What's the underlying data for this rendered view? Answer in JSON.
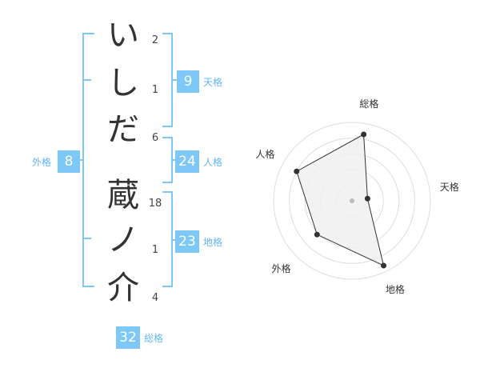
{
  "name": {
    "chars": [
      {
        "char": "い",
        "strokes": "2"
      },
      {
        "char": "し",
        "strokes": "1"
      },
      {
        "char": "だ",
        "strokes": "6"
      },
      {
        "char": "蔵",
        "strokes": "18"
      },
      {
        "char": "ノ",
        "strokes": "1"
      },
      {
        "char": "介",
        "strokes": "4"
      }
    ]
  },
  "kakusu": {
    "tenkaku": {
      "value": "9",
      "label": "天格"
    },
    "jinkaku": {
      "value": "24",
      "label": "人格"
    },
    "chikaku": {
      "value": "23",
      "label": "地格"
    },
    "gaikaku": {
      "value": "8",
      "label": "外格"
    },
    "soukaku": {
      "value": "32",
      "label": "総格"
    }
  },
  "colors": {
    "accent": "#7dc8f7",
    "label": "#62b6f2",
    "bracket": "#7dc8f7",
    "radar_fill": "#f0f0f0",
    "radar_stroke": "#333333",
    "grid": "#dddddd"
  },
  "chart_data": {
    "type": "radar",
    "axes": [
      "総格",
      "天格",
      "地格",
      "外格",
      "人格"
    ],
    "values": [
      0.86,
      0.2,
      0.92,
      0.62,
      0.8
    ],
    "range": [
      0,
      1
    ],
    "rings": 5
  }
}
